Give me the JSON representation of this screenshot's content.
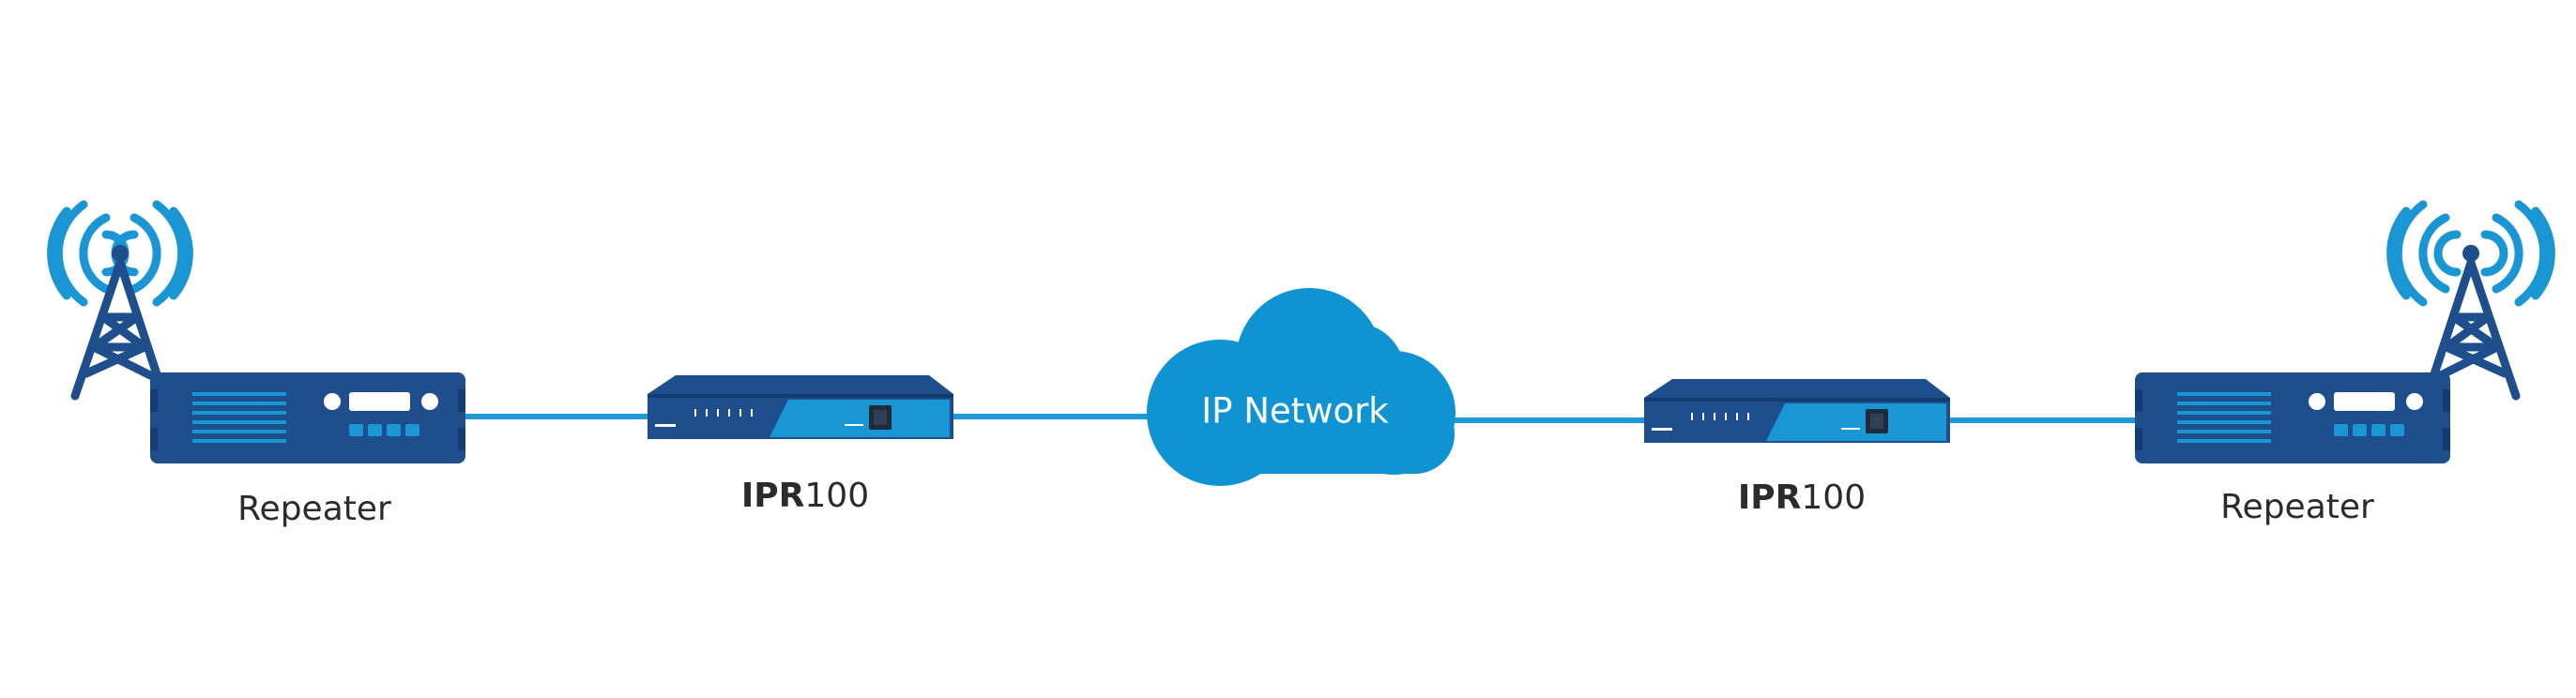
{
  "left_repeater": {
    "label": "Repeater"
  },
  "left_router": {
    "model_bold": "IPR",
    "model_num": "100"
  },
  "network": {
    "label": "IP Network"
  },
  "right_router": {
    "model_bold": "IPR",
    "model_num": "100"
  },
  "right_repeater": {
    "label": "Repeater"
  },
  "colors": {
    "navy": "#1f4e8c",
    "dark_navy": "#153c70",
    "accent_blue": "#1a96d4",
    "cloud_blue": "#0f93d2",
    "line_blue": "#1f9ad6",
    "text": "#2b2b2b"
  }
}
